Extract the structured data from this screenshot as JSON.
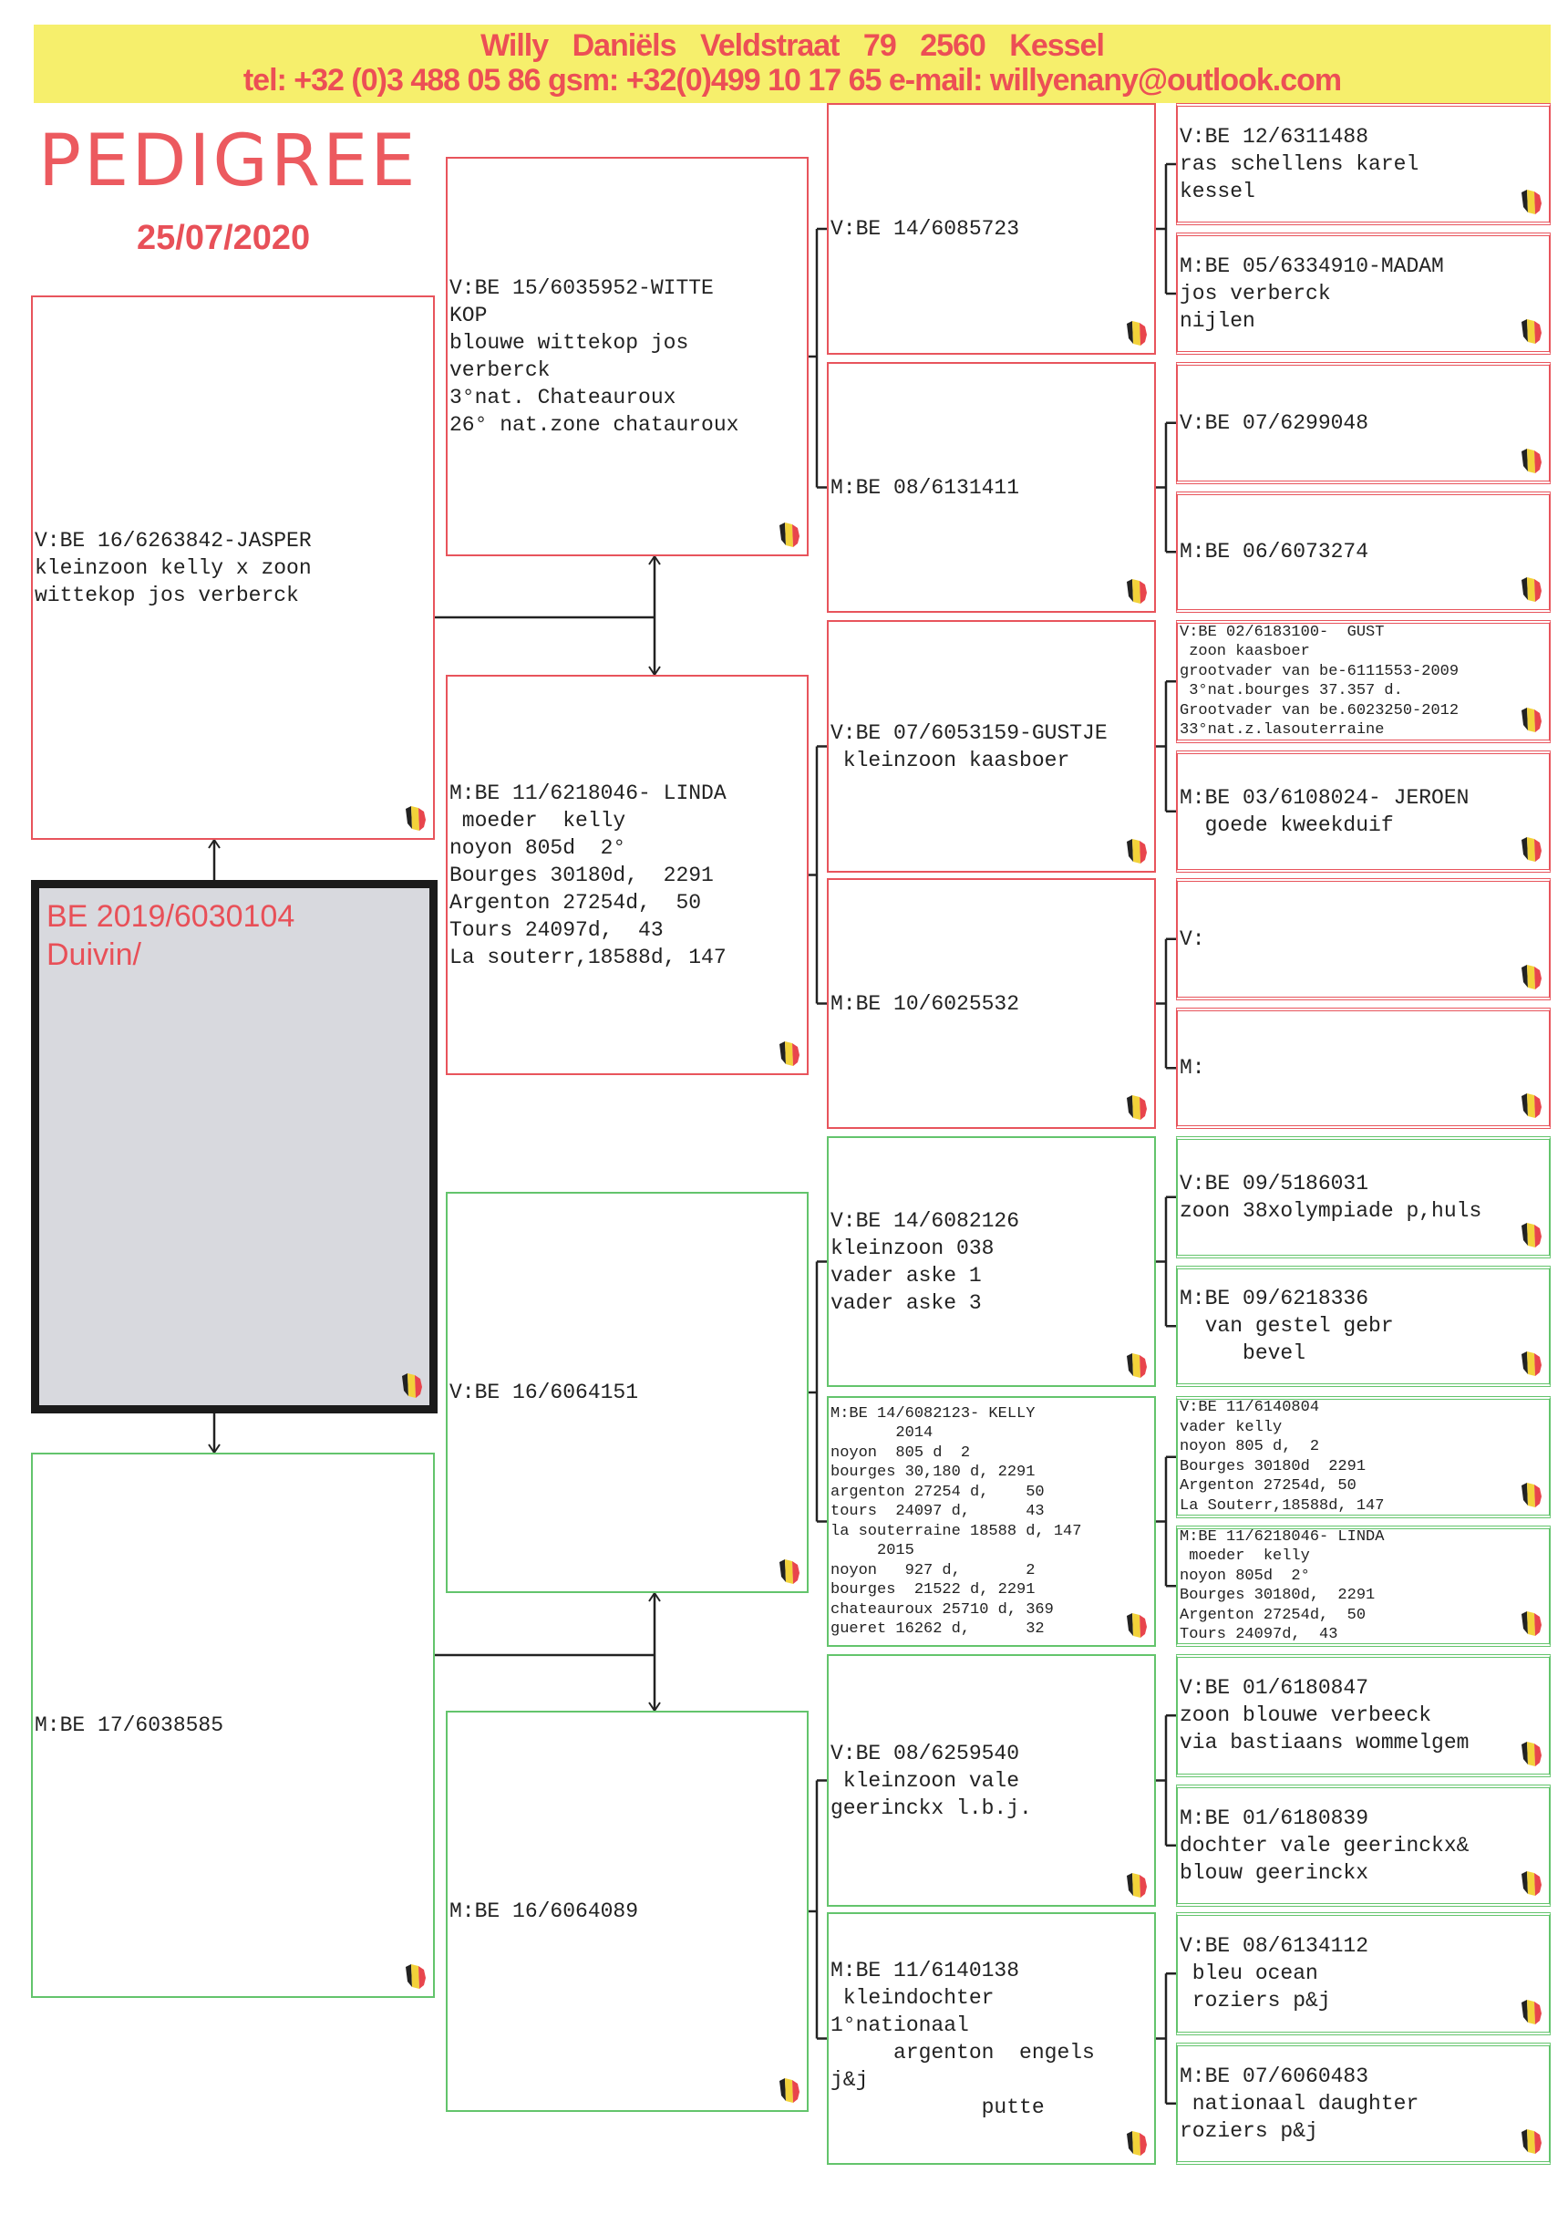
{
  "header": {
    "line1": "Willy Daniëls   Veldstraat 79   2560 Kessel",
    "line2": "tel: +32 (0)3 488 05 86  gsm: +32(0)499 10 17 65  e-mail: willyenany@outlook.com"
  },
  "title": "PEDIGREE",
  "date": "25/07/2020",
  "subject": {
    "lines": [
      "BE 2019/6030104",
      "Duivin/"
    ]
  },
  "col1": [
    {
      "lines": [
        "V:BE 16/6263842-JASPER",
        "kleinzoon kelly x zoon",
        "wittekop jos verberck"
      ]
    },
    {
      "lines": [
        "M:BE 17/6038585"
      ]
    }
  ],
  "col2": [
    {
      "lines": [
        "V:BE 15/6035952-WITTE",
        "KOP",
        "blouwe wittekop jos",
        "verberck",
        "",
        "3°nat. Chateauroux",
        "26° nat.zone chatauroux"
      ]
    },
    {
      "lines": [
        "M:BE 11/6218046- LINDA",
        " moeder  kelly",
        "noyon 805d  2°",
        "Bourges 30180d,  2291",
        "Argenton 27254d,  50",
        "Tours 24097d,  43",
        "La souterr,18588d, 147"
      ]
    },
    {
      "lines": [
        "V:BE 16/6064151"
      ]
    },
    {
      "lines": [
        "M:BE 16/6064089"
      ]
    }
  ],
  "col3": [
    {
      "lines": [
        "V:BE 14/6085723"
      ]
    },
    {
      "lines": [
        "M:BE 08/6131411"
      ]
    },
    {
      "lines": [
        "V:BE 07/6053159-GUSTJE",
        " kleinzoon kaasboer"
      ]
    },
    {
      "lines": [
        "M:BE 10/6025532"
      ]
    },
    {
      "lines": [
        "V:BE 14/6082126",
        "kleinzoon 038",
        "vader aske 1",
        "vader aske 3"
      ]
    },
    {
      "small": true,
      "lines": [
        "M:BE 14/6082123- KELLY",
        "       2014",
        "noyon  805 d  2",
        "bourges 30,180 d, 2291",
        "argenton 27254 d,    50",
        "tours  24097 d,      43",
        "la souterraine 18588 d, 147",
        "     2015",
        "noyon   927 d,       2",
        "bourges  21522 d, 2291",
        "chateauroux 25710 d, 369",
        "gueret 16262 d,      32"
      ]
    },
    {
      "lines": [
        "V:BE 08/6259540",
        " kleinzoon vale",
        "geerinckx l.b.j."
      ]
    },
    {
      "lines": [
        "M:BE 11/6140138",
        " kleindochter",
        "1°nationaal",
        "     argenton  engels",
        "j&j",
        "            putte"
      ]
    }
  ],
  "col4": [
    {
      "lines": [
        "V:BE 12/6311488",
        "ras schellens karel",
        "kessel"
      ]
    },
    {
      "lines": [
        "M:BE 05/6334910-MADAM",
        "jos verberck",
        "",
        "nijlen"
      ]
    },
    {
      "lines": [
        "V:BE 07/6299048"
      ]
    },
    {
      "lines": [
        "M:BE 06/6073274"
      ]
    },
    {
      "small": true,
      "lines": [
        "V:BE 02/6183100-  GUST",
        " zoon kaasboer",
        "grootvader van be-6111553-2009",
        " 3°nat.bourges 37.357 d.",
        "Grootvader van be.6023250-2012",
        "33°nat.z.lasouterraine"
      ]
    },
    {
      "lines": [
        "M:BE 03/6108024- JEROEN",
        "  goede kweekduif"
      ]
    },
    {
      "lines": [
        "V:"
      ]
    },
    {
      "lines": [
        "M:"
      ]
    },
    {
      "lines": [
        "V:BE 09/5186031",
        "zoon 38xolympiade p,huls"
      ]
    },
    {
      "lines": [
        "M:BE 09/6218336",
        "  van gestel gebr",
        "     bevel"
      ]
    },
    {
      "small": true,
      "lines": [
        "V:BE 11/6140804",
        "vader kelly",
        "noyon 805 d,  2",
        "Bourges 30180d  2291",
        "Argenton 27254d, 50",
        "La Souterr,18588d, 147"
      ]
    },
    {
      "small": true,
      "lines": [
        "M:BE 11/6218046- LINDA",
        " moeder  kelly",
        "noyon 805d  2°",
        "Bourges 30180d,  2291",
        "Argenton 27254d,  50",
        "Tours 24097d,  43"
      ]
    },
    {
      "lines": [
        "V:BE 01/6180847",
        "zoon blouwe verbeeck",
        "via bastiaans wommelgem"
      ]
    },
    {
      "lines": [
        "M:BE 01/6180839",
        "dochter vale geerinckx&",
        "blouw geerinckx"
      ]
    },
    {
      "lines": [
        "V:BE 08/6134112",
        " bleu ocean",
        " roziers p&j"
      ]
    },
    {
      "lines": [
        "M:BE 07/6060483",
        " nationaal daughter",
        "roziers p&j"
      ]
    }
  ],
  "colors": {
    "sire_side": "#e8545c",
    "dam_side": "#63c46c",
    "header_bg": "#f6ef6c",
    "header_text": "#ec4f55"
  },
  "icons": {
    "box_badge": "belgium-flag-map-icon"
  }
}
